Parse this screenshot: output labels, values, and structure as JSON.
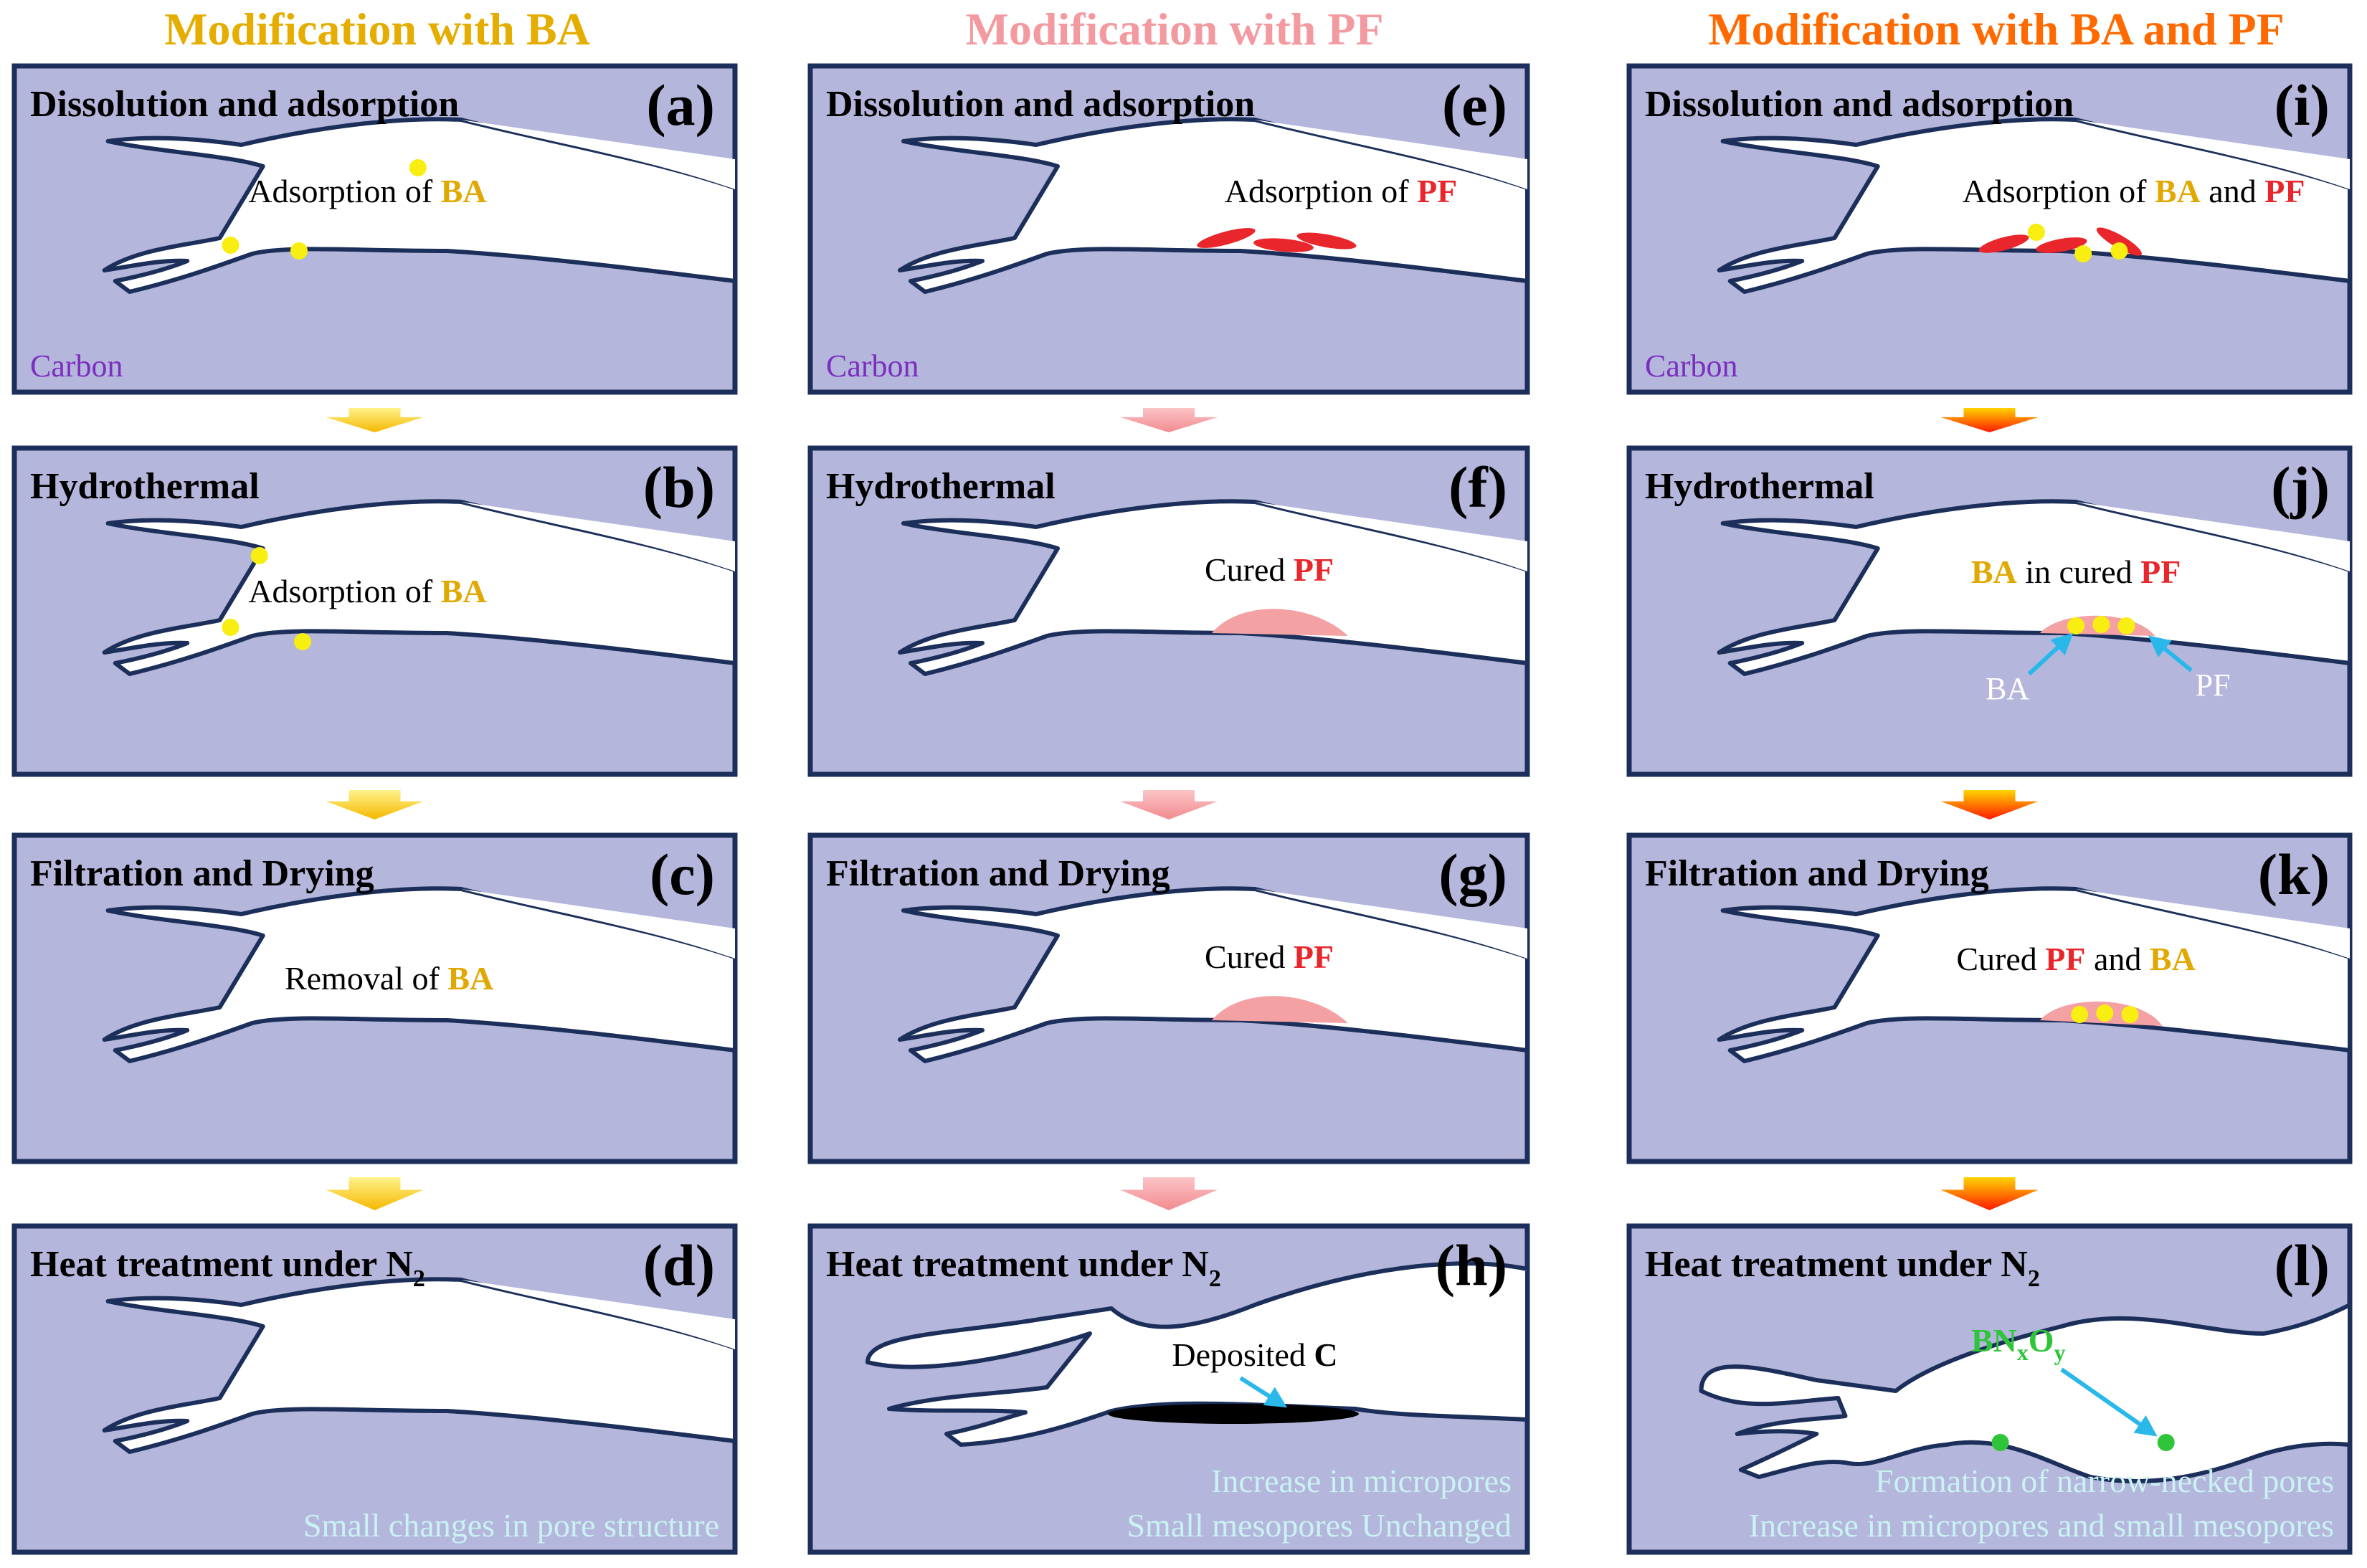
{
  "colors": {
    "panel_fill": "#b5b6dc",
    "panel_stroke": "#1c2f5a",
    "pore_fill": "#ffffff",
    "ba_yellow": "#f8ee12",
    "ba_text": "#e0a800",
    "pf_red": "#e8262b",
    "pf_pink": "#f4a1a3",
    "deposited_c": "#000000",
    "bnxoy_green": "#2ec53a",
    "arrow_blue": "#2ab8ea",
    "note_cyan": "#c9f2f2",
    "carbon_purple": "#7b2fbf",
    "col1_title": "#e4ad00",
    "col2_title": "#f29aa0",
    "col3_title": "#ff6a00"
  },
  "columns": [
    {
      "title": "Modification with BA",
      "panels": [
        {
          "step": "Dissolution and adsorption",
          "label": "(a)",
          "annotation": [
            "Adsorption of ",
            "BA"
          ],
          "corner": "Carbon"
        },
        {
          "step": "Hydrothermal",
          "label": "(b)",
          "annotation": [
            "Adsorption of ",
            "BA"
          ]
        },
        {
          "step": "Filtration and Drying",
          "label": "(c)",
          "annotation": [
            "Removal of ",
            "BA"
          ]
        },
        {
          "step": "Heat treatment under N",
          "step_sub": "2",
          "label": "(d)",
          "note": [
            "Small changes in pore structure"
          ]
        }
      ]
    },
    {
      "title": "Modification with PF",
      "panels": [
        {
          "step": "Dissolution and adsorption",
          "label": "(e)",
          "annotation": [
            "Adsorption of ",
            "PF"
          ],
          "corner": "Carbon"
        },
        {
          "step": "Hydrothermal",
          "label": "(f)",
          "annotation": [
            "Cured ",
            "PF"
          ]
        },
        {
          "step": "Filtration and Drying",
          "label": "(g)",
          "annotation": [
            "Cured ",
            "PF"
          ]
        },
        {
          "step": "Heat treatment under N",
          "step_sub": "2",
          "label": "(h)",
          "annotation": [
            "Deposited ",
            "C"
          ],
          "note": [
            "Increase in micropores",
            "Small mesopores Unchanged"
          ]
        }
      ]
    },
    {
      "title": "Modification with BA and PF",
      "panels": [
        {
          "step": "Dissolution and adsorption",
          "label": "(i)",
          "annotation": [
            "Adsorption of ",
            "BA",
            " and ",
            "PF"
          ],
          "corner": "Carbon"
        },
        {
          "step": "Hydrothermal",
          "label": "(j)",
          "annotation": [
            "BA",
            " in cured ",
            "PF"
          ],
          "callouts": [
            "BA",
            "PF"
          ]
        },
        {
          "step": "Filtration and Drying",
          "label": "(k)",
          "annotation": [
            "Cured ",
            "PF",
            " and ",
            "BA"
          ]
        },
        {
          "step": "Heat treatment under N",
          "step_sub": "2",
          "label": "(l)",
          "formula": {
            "a": "BN",
            "b": "x",
            "c": "O",
            "d": "y"
          },
          "note": [
            "Formation of narrow-necked pores",
            "Increase in micropores and small mesopores"
          ]
        }
      ]
    }
  ]
}
